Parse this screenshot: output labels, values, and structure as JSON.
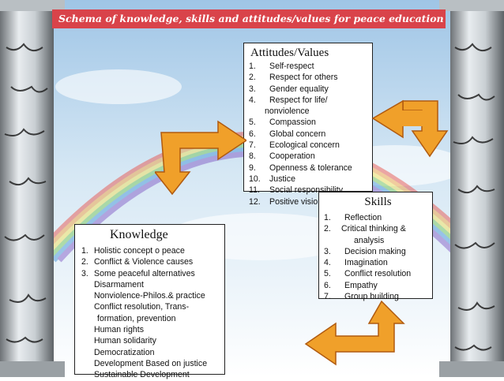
{
  "title": "Schema of knowledge, skills and attitudes/values for peace education",
  "attitudes": {
    "heading": "Attitudes/Values",
    "items": [
      {
        "n": "1.",
        "text": "Self-respect"
      },
      {
        "n": "2.",
        "text": "Respect for others"
      },
      {
        "n": "3.",
        "text": "Gender equality"
      },
      {
        "n": "4.",
        "text": "Respect for life/"
      },
      {
        "n": "",
        "text": "nonviolence"
      },
      {
        "n": "5.",
        "text": "Compassion"
      },
      {
        "n": "6.",
        "text": "Global concern"
      },
      {
        "n": "7.",
        "text": "Ecological concern"
      },
      {
        "n": "8.",
        "text": "Cooperation"
      },
      {
        "n": "9.",
        "text": "Openness & tolerance"
      },
      {
        "n": "10.",
        "text": "Justice"
      },
      {
        "n": "11.",
        "text": "Social responsibility"
      },
      {
        "n": "12.",
        "text": "Positive vision"
      }
    ]
  },
  "skills": {
    "heading": "Skills",
    "items": [
      {
        "n": "1.",
        "text": "Reflection"
      },
      {
        "n": "2.",
        "text": "Critical thinking &"
      },
      {
        "n": "",
        "text": "analysis"
      },
      {
        "n": "3.",
        "text": "Decision making"
      },
      {
        "n": "4.",
        "text": "Imagination"
      },
      {
        "n": "5.",
        "text": "Conflict resolution"
      },
      {
        "n": "6.",
        "text": "Empathy"
      },
      {
        "n": "7.",
        "text": "Group building"
      }
    ]
  },
  "knowledge": {
    "heading": "Knowledge",
    "items": [
      {
        "n": "1.",
        "text": "Holistic concept o peace"
      },
      {
        "n": "2.",
        "text": "Conflict & Violence causes"
      },
      {
        "n": "3.",
        "text": "Some peaceful alternatives"
      },
      {
        "n": "",
        "text": "Disarmament"
      },
      {
        "n": "",
        "text": "Nonviolence-Philos.& practice"
      },
      {
        "n": "",
        "text": "Conflict resolution, Trans-"
      },
      {
        "n": "",
        "text": "formation, prevention"
      },
      {
        "n": "",
        "text": "Human rights"
      },
      {
        "n": "",
        "text": "Human solidarity"
      },
      {
        "n": "",
        "text": "Democratization"
      },
      {
        "n": "",
        "text": "Development Based on justice"
      },
      {
        "n": "",
        "text": "Sustainable Development"
      }
    ]
  },
  "colors": {
    "arrow_fill": "#f0a02a",
    "arrow_stroke": "#b05a10",
    "title_bg": "#d9434a",
    "sky": "#b8d6ec"
  }
}
